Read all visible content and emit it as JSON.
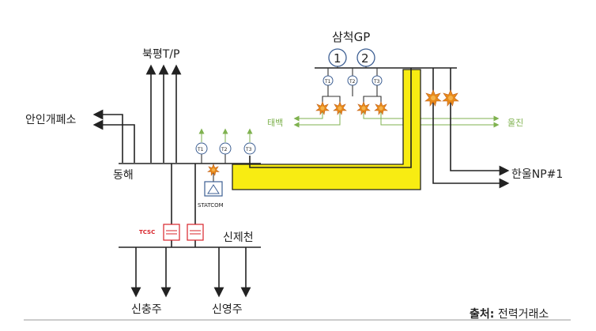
{
  "title": "",
  "labels": {
    "samcheok_gp": "삼척GP",
    "bukpyeong": "북평T/P",
    "anin": "안인개폐소",
    "donghae": "동해",
    "taebaek": "태백",
    "uljin": "울진",
    "hanul": "한울NP#1",
    "sinjecheon": "신제천",
    "sinchungju": "신충주",
    "sinyeongju": "신영주",
    "tcsc": "TCSC",
    "statcom": "STATCOM",
    "unit1": "1",
    "unit2": "2",
    "gp_t1": "T1",
    "gp_t2": "T2",
    "gp_t3": "T3",
    "dh_t1": "T1",
    "dh_t2": "T2",
    "dh_t3": "T3"
  },
  "source": {
    "prefix": "출처",
    "colon": ":",
    "text": " 전력거래소"
  },
  "colors": {
    "highlight_line": "#f8ec12",
    "highlight_border": "#222222",
    "burst": "#e88a1a",
    "green_branch": "#7fb24f",
    "tcsc_red": "#d8232a",
    "source_circle": "#3d5f93"
  }
}
